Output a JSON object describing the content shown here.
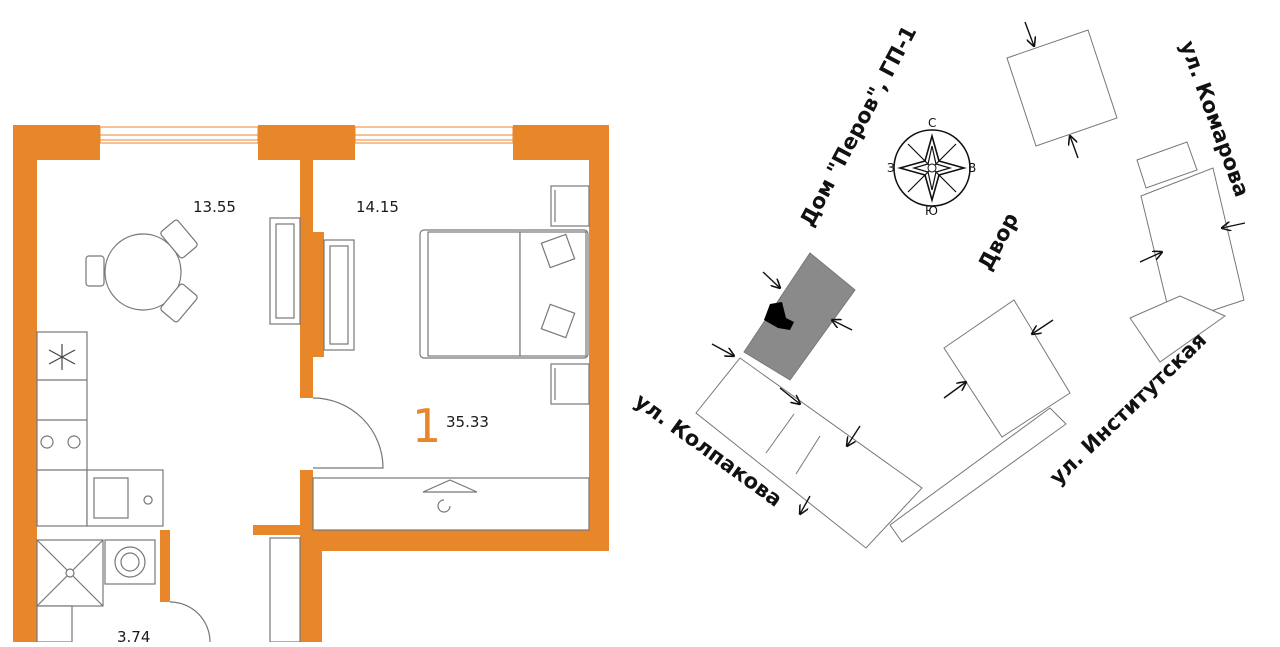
{
  "colors": {
    "wall": "#e8862a",
    "line": "#777777",
    "building_current": "#8a8a8a",
    "apartment_mark": "#000000",
    "text": "#111111"
  },
  "floor_plan": {
    "rooms": {
      "kitchen_area": "13.55",
      "bedroom_area": "14.15",
      "bath_area": "3.74"
    },
    "apartment": {
      "rooms_count": "1",
      "total_area": "35.33"
    }
  },
  "site_plan": {
    "building_label": "Дом \"Перов\", ГП-1",
    "courtyard_label": "Двор",
    "streets": {
      "komarova": "ул. Комарова",
      "kolpakova": "ул. Колпакова",
      "institutskaya": "ул. Институтская"
    },
    "compass": {
      "north": "С",
      "south": "Ю",
      "east": "В",
      "west": "З"
    }
  }
}
